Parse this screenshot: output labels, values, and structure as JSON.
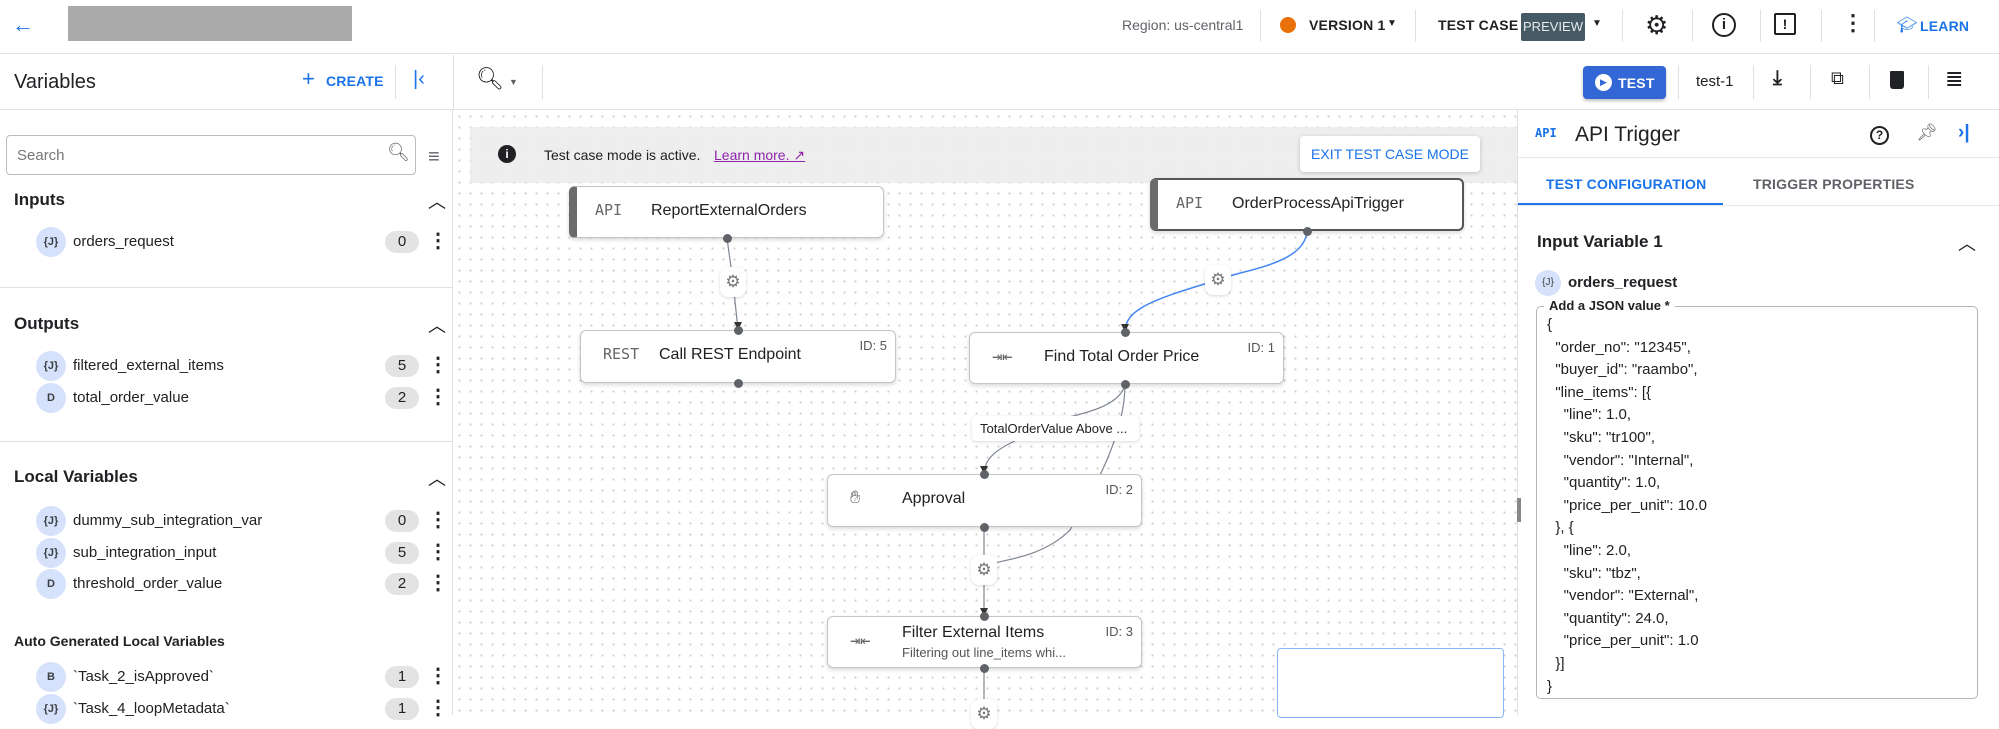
{
  "header": {
    "region": "Region: us-central1",
    "version": "VERSION 1",
    "version_color": "#e8710a",
    "test_case": "TEST CASE",
    "preview": "PREVIEW",
    "learn": "LEARN"
  },
  "toolbar": {
    "variables_title": "Variables",
    "create": "CREATE",
    "test_button": "TEST",
    "test_case_name": "test-1"
  },
  "left_panel": {
    "search_placeholder": "Search",
    "inputs": {
      "title": "Inputs",
      "items": [
        {
          "type": "{J}",
          "name": "orders_request",
          "count": "0"
        }
      ]
    },
    "outputs": {
      "title": "Outputs",
      "items": [
        {
          "type": "{J}",
          "name": "filtered_external_items",
          "count": "5"
        },
        {
          "type": "D",
          "name": "total_order_value",
          "count": "2"
        }
      ]
    },
    "locals": {
      "title": "Local Variables",
      "items": [
        {
          "type": "{J}",
          "name": "dummy_sub_integration_var",
          "count": "0"
        },
        {
          "type": "{J}",
          "name": "sub_integration_input",
          "count": "5"
        },
        {
          "type": "D",
          "name": "threshold_order_value",
          "count": "2"
        }
      ]
    },
    "auto": {
      "title": "Auto Generated Local Variables",
      "items": [
        {
          "type": "B",
          "name": "`Task_2_isApproved`",
          "count": "1"
        },
        {
          "type": "{J}",
          "name": "`Task_4_loopMetadata`",
          "count": "1"
        }
      ]
    }
  },
  "canvas": {
    "banner": {
      "text": "Test case mode is active.",
      "link": "Learn more.",
      "exit": "EXIT TEST CASE MODE"
    },
    "nodes": [
      {
        "icon": "API",
        "title": "ReportExternalOrders"
      },
      {
        "icon": "API",
        "title": "OrderProcessApiTrigger"
      },
      {
        "icon": "REST",
        "title": "Call REST Endpoint",
        "id": "ID: 5"
      },
      {
        "icon": "merge",
        "title": "Find Total Order Price",
        "id": "ID: 1"
      },
      {
        "icon": "hand",
        "title": "Approval",
        "id": "ID: 2"
      },
      {
        "icon": "merge",
        "title": "Filter External Items",
        "id": "ID: 3",
        "subtitle": "Filtering out line_items whi..."
      }
    ],
    "edge_label": "TotalOrderValue Above ...",
    "active_edge_color": "#4285f4"
  },
  "right_panel": {
    "icon": "API",
    "title": "API Trigger",
    "tabs": [
      {
        "label": "TEST CONFIGURATION",
        "active": true
      },
      {
        "label": "TRIGGER PROPERTIES",
        "active": false
      }
    ],
    "section": "Input Variable 1",
    "var_type": "{J}",
    "var_name": "orders_request",
    "json_label": "Add a JSON value *",
    "json_lines": [
      "{",
      "  \"order_no\": \"12345\",",
      "  \"buyer_id\": \"raambo\",",
      "  \"line_items\": [{",
      "    \"line\": 1.0,",
      "    \"sku\": \"tr100\",",
      "    \"vendor\": \"Internal\",",
      "    \"quantity\": 1.0,",
      "    \"price_per_unit\": 10.0",
      "  }, {",
      "    \"line\": 2.0,",
      "    \"sku\": \"tbz\",",
      "    \"vendor\": \"External\",",
      "    \"quantity\": 24.0,",
      "    \"price_per_unit\": 1.0",
      "  }]",
      "}"
    ]
  }
}
